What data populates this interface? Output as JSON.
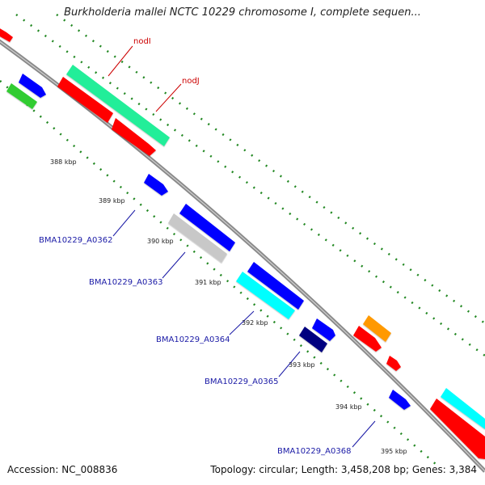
{
  "title": "Burkholderia mallei NCTC 10229 chromosome I, complete sequen...",
  "footer": {
    "accession": "Accession: NC_008836",
    "summary": "Topology: circular; Length: 3,458,208 bp; Genes: 3,384"
  },
  "tick_labels": [
    "388 kbp",
    "389 kbp",
    "390 kbp",
    "391 kbp",
    "392 kbp",
    "393 kbp",
    "394 kbp",
    "395 kbp"
  ],
  "gene_labels": {
    "nodI": "nodI",
    "nodJ": "nodJ",
    "a0362": "BMA10229_A0362",
    "a0363": "BMA10229_A0363",
    "a0364": "BMA10229_A0364",
    "a0365": "BMA10229_A0365",
    "a0368": "BMA10229_A0368"
  },
  "colors": {
    "red": "#ff0000",
    "blue": "#0000ff",
    "green": "#33cc33",
    "teal": "#22ee99",
    "gray": "#c8c8c8",
    "cyan": "#00ffff",
    "navy": "#000080",
    "orange": "#ff9900",
    "backbone": "#888888",
    "gc_dots": "#228822"
  }
}
